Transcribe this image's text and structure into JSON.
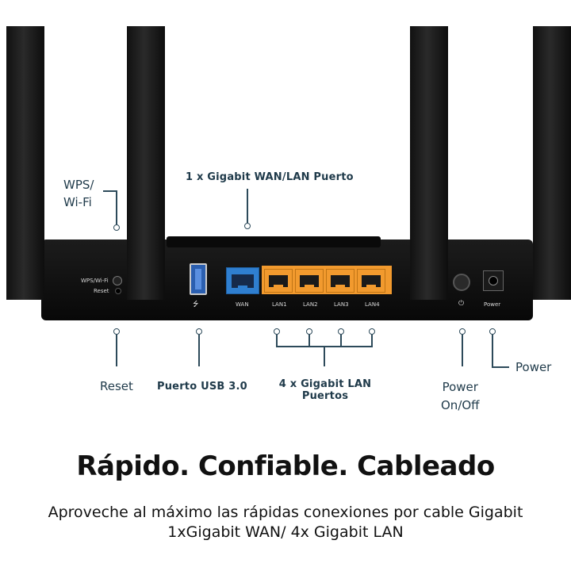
{
  "labels": {
    "wps_wifi_line1": "WPS/",
    "wps_wifi_line2": "Wi-Fi",
    "wan_port": "1 x Gigabit WAN/LAN Puerto",
    "reset": "Reset",
    "usb": "Puerto USB 3.0",
    "lan_ports_line1": "4 x Gigabit LAN",
    "lan_ports_line2": "Puertos",
    "power_onoff_line1": "Power",
    "power_onoff_line2": "On/Off",
    "power": "Power"
  },
  "router_panel": {
    "wps_label": "WPS/Wi-Fi",
    "reset_label": "Reset",
    "usb_symbol": "⭍",
    "wan_label": "WAN",
    "lan_labels": [
      "LAN1",
      "LAN2",
      "LAN3",
      "LAN4"
    ],
    "power_symbol": "⏻",
    "power_label": "Power"
  },
  "headline": "Rápido. Confiable. Cableado",
  "subline1": "Aproveche al máximo las rápidas conexiones por cable Gigabit",
  "subline2": "1xGigabit WAN/ 4x Gigabit LAN",
  "colors": {
    "lan_port": "#f29a2e",
    "wan_port": "#2f7fd0",
    "callout": "#1f3a4a"
  }
}
